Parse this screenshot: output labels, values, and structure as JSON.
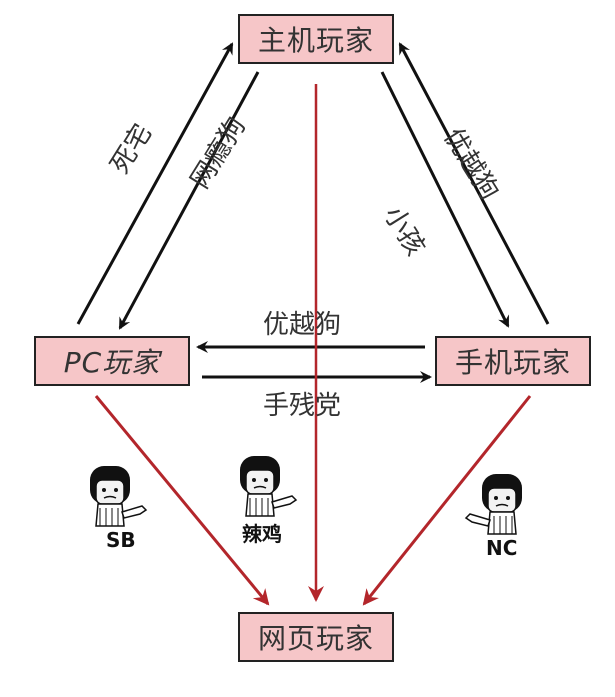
{
  "nodes": {
    "console_player": "主机玩家",
    "pc_player": "PC玩家",
    "mobile_player": "手机玩家",
    "web_player": "网页玩家"
  },
  "edge_labels": {
    "pc_to_console": "死宅",
    "console_to_pc": "网瘾狗",
    "console_to_mobile": "小孩",
    "mobile_to_console": "优越狗",
    "mobile_to_pc": "优越狗",
    "pc_to_mobile": "手残党"
  },
  "meme_captions": {
    "left": "SB",
    "center": "辣鸡",
    "right": "NC"
  },
  "colors": {
    "node_fill": "#f6c6c8",
    "black_arrow": "#111111",
    "red_arrow": "#b3262b"
  }
}
